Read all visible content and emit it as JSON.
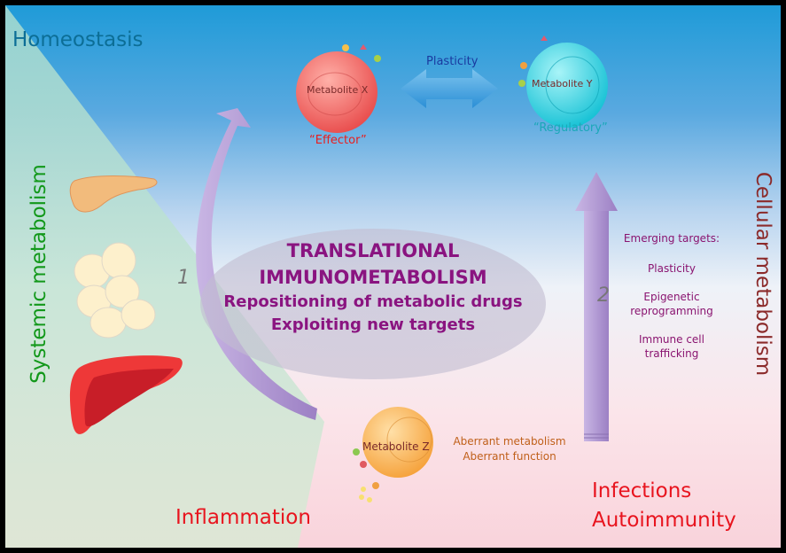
{
  "regions": {
    "top_left": "Homeostasis",
    "left_vertical": "Systemic metabolism",
    "right_vertical": "Cellular metabolism",
    "bottom_left": "Inflammation",
    "bottom_right_line1": "Infections",
    "bottom_right_line2": "Autoimmunity"
  },
  "cells": {
    "effector": {
      "label": "Metabolite X",
      "caption": "“Effector”",
      "color": "#f06a6a"
    },
    "regulatory": {
      "label": "Metabolite Y",
      "caption": "“Regulatory”",
      "color": "#2fd4e0"
    },
    "aberrant": {
      "label": "Metabolite Z",
      "color": "#f7a640",
      "notes": [
        "Aberrant metabolism",
        "Aberrant function"
      ]
    }
  },
  "plasticity_arrow_label": "Plasticity",
  "center": {
    "line1": "TRANSLATIONAL",
    "line2": "IMMUNOMETABOLISM",
    "line3": "Repositioning of metabolic drugs",
    "line4": "Exploiting new targets"
  },
  "arrows": {
    "arrow1_number": "1",
    "arrow2_number": "2"
  },
  "emerging_targets": {
    "heading": "Emerging targets:",
    "items": [
      "Plasticity",
      "Epigenetic reprogramming",
      "Immune cell trafficking"
    ],
    "item_lines": [
      [
        "Plasticity"
      ],
      [
        "Epigenetic",
        "reprogramming"
      ],
      [
        "Immune cell",
        "trafficking"
      ]
    ]
  },
  "organs": [
    "pancreas",
    "adipose-tissue",
    "liver"
  ],
  "colors": {
    "center_text": "#8a1480",
    "arrow": "#a98ac9",
    "inflammation_text": "#e8141e",
    "systemic_text": "#12981a",
    "cellular_text": "#8b2a2a",
    "homeostasis_text": "#0c6e96"
  }
}
